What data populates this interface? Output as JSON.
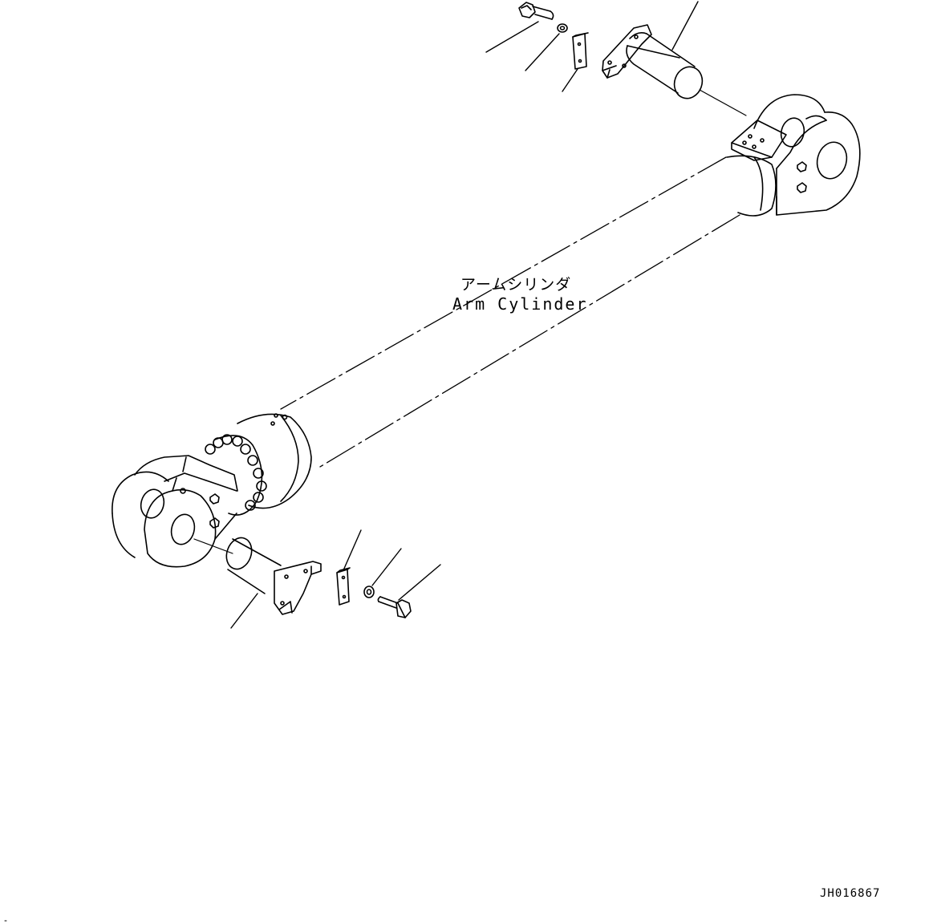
{
  "part_label": {
    "japanese": "アームシリンダ",
    "english": "Arm Cylinder"
  },
  "drawing_id": "JH016867",
  "colors": {
    "line": "#000000",
    "background": "#ffffff"
  }
}
